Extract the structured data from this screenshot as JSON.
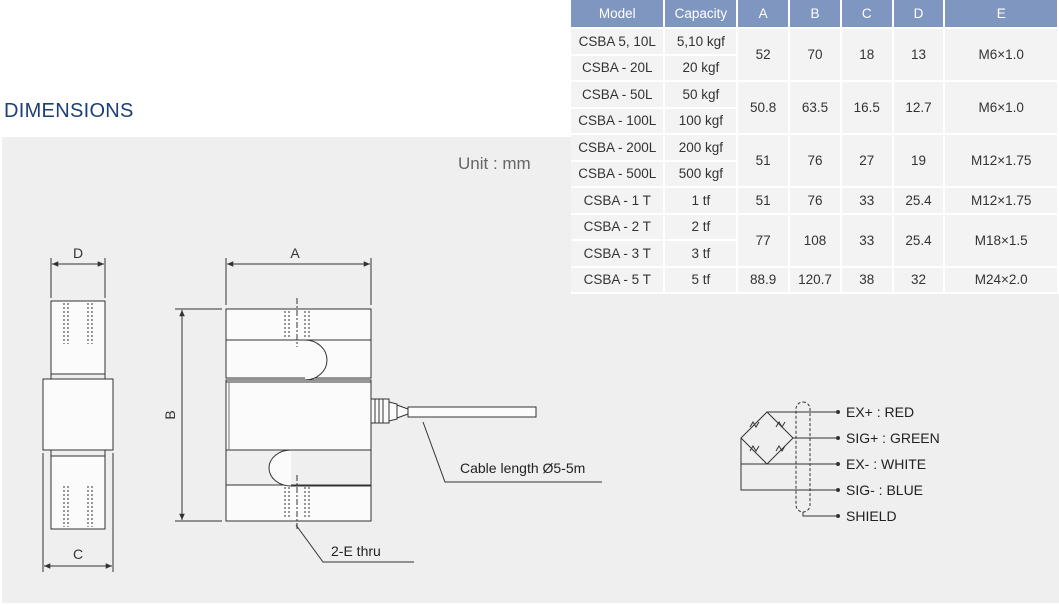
{
  "title": "DIMENSIONS",
  "unit": "Unit : mm",
  "table": {
    "headers": [
      "Model",
      "Capacity",
      "A",
      "B",
      "C",
      "D",
      "E"
    ],
    "groups": [
      {
        "rows": [
          [
            "CSBA 5, 10L",
            "5,10 kgf"
          ],
          [
            "CSBA - 20L",
            "20 kgf"
          ]
        ],
        "dims": [
          "52",
          "70",
          "18",
          "13",
          "M6×1.0"
        ]
      },
      {
        "rows": [
          [
            "CSBA - 50L",
            "50 kgf"
          ],
          [
            "CSBA - 100L",
            "100 kgf"
          ]
        ],
        "dims": [
          "50.8",
          "63.5",
          "16.5",
          "12.7",
          "M6×1.0"
        ]
      },
      {
        "rows": [
          [
            "CSBA - 200L",
            "200 kgf"
          ],
          [
            "CSBA - 500L",
            "500 kgf"
          ]
        ],
        "dims": [
          "51",
          "76",
          "27",
          "19",
          "M12×1.75"
        ]
      },
      {
        "rows": [
          [
            "CSBA - 1 T",
            "1 tf"
          ]
        ],
        "dims": [
          "51",
          "76",
          "33",
          "25.4",
          "M12×1.75"
        ]
      },
      {
        "rows": [
          [
            "CSBA - 2 T",
            "2 tf"
          ],
          [
            "CSBA - 3 T",
            "3 tf"
          ]
        ],
        "dims": [
          "77",
          "108",
          "33",
          "25.4",
          "M18×1.5"
        ]
      },
      {
        "rows": [
          [
            "CSBA - 5 T",
            "5 tf"
          ]
        ],
        "dims": [
          "88.9",
          "120.7",
          "38",
          "32",
          "M24×2.0"
        ]
      }
    ]
  },
  "drawing": {
    "dim_D": "D",
    "dim_C": "C",
    "dim_A": "A",
    "dim_B": "B",
    "cable_label": "Cable length Ø5-5m",
    "thread_label": "2-E thru"
  },
  "wiring": [
    {
      "label": "EX+ : RED"
    },
    {
      "label": "SIG+ : GREEN"
    },
    {
      "label": "EX- : WHITE"
    },
    {
      "label": "SIG- : BLUE"
    },
    {
      "label": "SHIELD"
    }
  ]
}
